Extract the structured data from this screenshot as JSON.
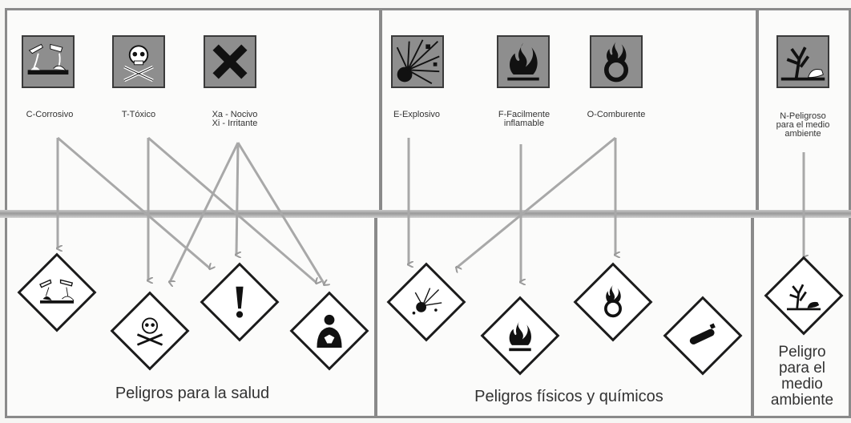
{
  "old_labels": {
    "corrosivo": "C-Corrosivo",
    "toxico": "T-Tóxico",
    "nocivo": "Xa - Nocivo\nXi - Irritante",
    "explosivo": "E-Explosivo",
    "inflamable": "F-Facilmente\ninflamable",
    "comburente": "O-Comburente",
    "medio_ambiente": "N-Peligroso\npara el medio\nambiente"
  },
  "captions": {
    "salud": "Peligros para la salud",
    "fisicos": "Peligros físicos y químicos",
    "ambiente": "Peligro\npara el\nmedio\nambiente"
  },
  "colors": {
    "old_symbol_bg": "#8e8e8e",
    "ghs_border": "#1c1c1c",
    "panel_border": "#8a8a8a",
    "arrow": "#9a9a9a"
  }
}
